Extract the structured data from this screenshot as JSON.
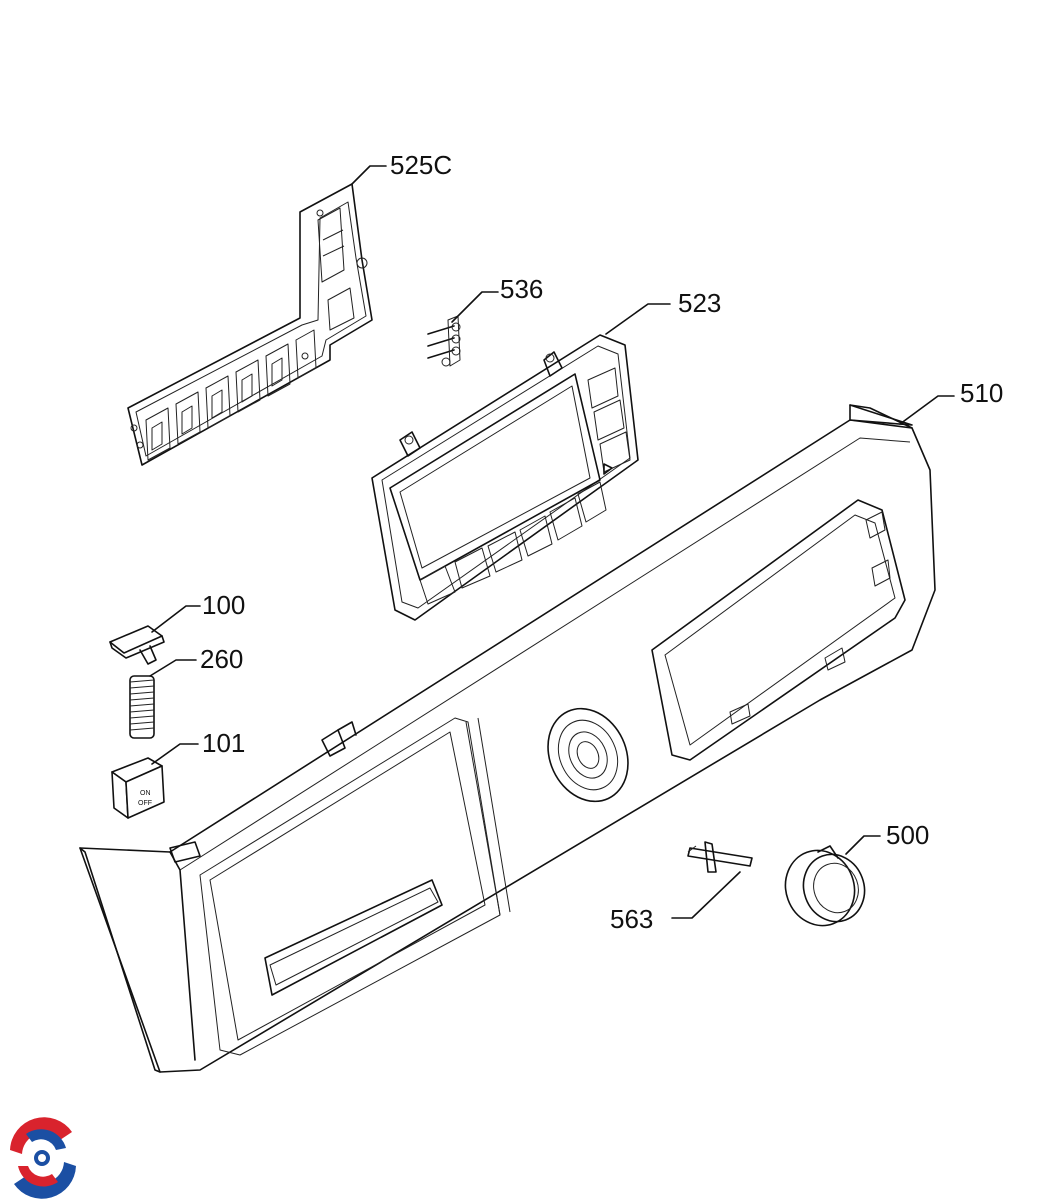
{
  "callouts": [
    {
      "id": "525C",
      "label": "525C"
    },
    {
      "id": "536",
      "label": "536"
    },
    {
      "id": "523",
      "label": "523"
    },
    {
      "id": "510",
      "label": "510"
    },
    {
      "id": "100",
      "label": "100"
    },
    {
      "id": "260",
      "label": "260"
    },
    {
      "id": "101",
      "label": "101"
    },
    {
      "id": "500",
      "label": "500"
    },
    {
      "id": "563",
      "label": "563"
    }
  ],
  "switch_cover": {
    "line1": "ON",
    "line2": "OFF"
  },
  "logo": {
    "colors": [
      "#d9232d",
      "#1b4fa3"
    ]
  }
}
